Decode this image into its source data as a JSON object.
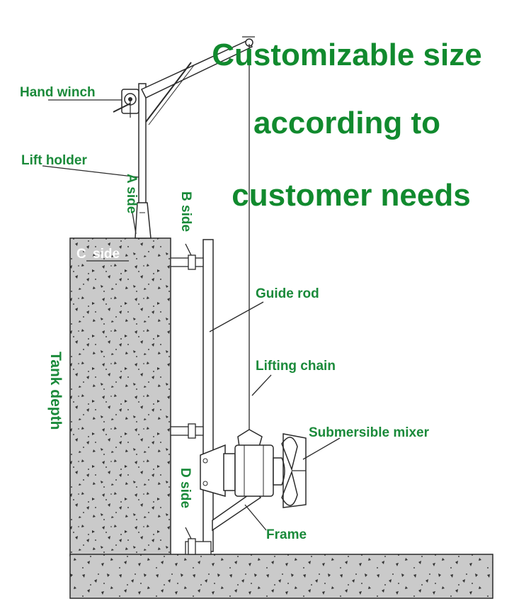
{
  "headline": {
    "line1": "Customizable size",
    "line2": "according to",
    "line3": "customer needs"
  },
  "labels": {
    "hand_winch": "Hand winch",
    "lift_holder": "Lift holder",
    "a_side": "A side",
    "b_side": "B side",
    "c_side_letter": "C",
    "c_side_word": "side",
    "tank_depth": "Tank depth",
    "d_side": "D side",
    "guide_rod": "Guide rod",
    "lifting_chain": "Lifting chain",
    "submersible_mixer": "Submersible mixer",
    "frame": "Frame"
  },
  "colors": {
    "label_green": "#1a8a3a",
    "headline_green": "#118a2e",
    "concrete": "#c9c9c9",
    "line": "#2a2a2a",
    "white_label": "#ffffff"
  }
}
